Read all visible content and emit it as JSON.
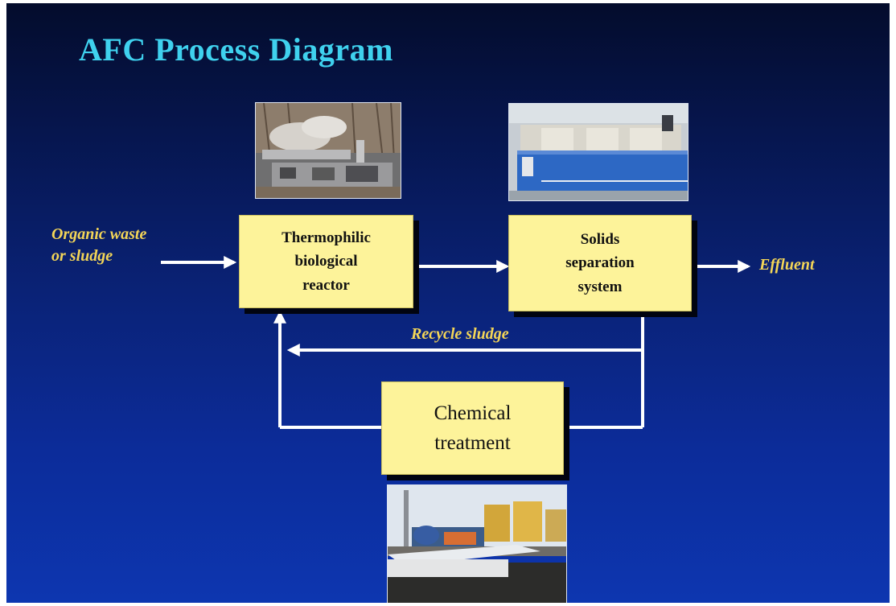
{
  "slide": {
    "title": "AFC Process Diagram",
    "colors": {
      "title": "#3fd1ee",
      "box_fill": "#fdf39a",
      "label": "#f4d657",
      "arrow": "#ffffff",
      "background": "#0a2276"
    }
  },
  "inputs": {
    "line1": "Organic waste",
    "line2": "or sludge"
  },
  "output": {
    "label": "Effluent"
  },
  "recycle": {
    "label": "Recycle sludge"
  },
  "boxes": {
    "reactor": {
      "lines": [
        "Thermophilic",
        "biological",
        "reactor"
      ]
    },
    "separation": {
      "lines": [
        "Solids",
        "separation",
        "system"
      ]
    },
    "chemical": {
      "lines": [
        "Chemical",
        "treatment"
      ]
    }
  },
  "photos": {
    "reactor": "reactor-facility-photo",
    "separation": "separation-tank-photo",
    "chemical": "chemical-treatment-plant-photo"
  }
}
